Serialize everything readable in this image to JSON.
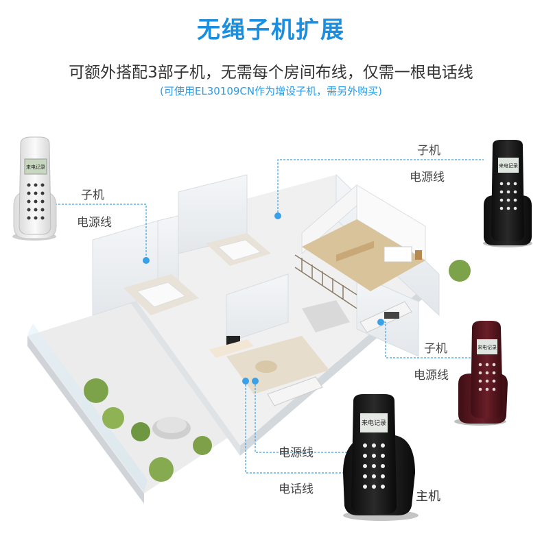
{
  "header": {
    "title": "无绳子机扩展",
    "subtitle": "可额外搭配3部子机，无需每个房间布线，仅需一根电话线",
    "note": "(可使用EL30109CN作为增设子机，需另外购买)"
  },
  "labels": {
    "left_handset": "子机",
    "left_power": "电源线",
    "topright_handset": "子机",
    "topright_power": "电源线",
    "right_handset": "子机",
    "right_power": "电源线",
    "bottom_power": "电源线",
    "bottom_phone_line": "电话线",
    "base_unit": "主机"
  },
  "screen_text": {
    "caller_id": "来电记录"
  },
  "colors": {
    "accent": "#1a8fe0",
    "line": "#3aa0e8",
    "phone_white": "#f2f2f2",
    "phone_black": "#1c1c1c",
    "phone_burgundy": "#5a1a22"
  }
}
